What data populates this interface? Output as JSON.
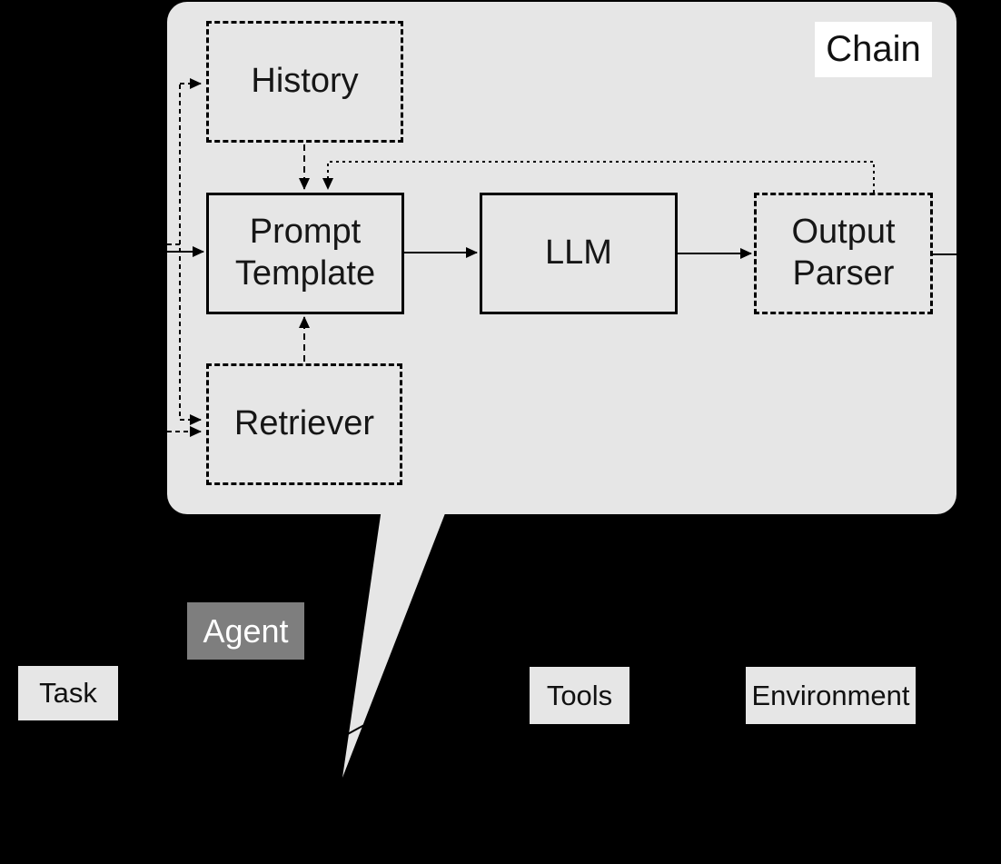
{
  "title": "Chain vs Agent diagram",
  "chain": {
    "label": "Chain",
    "nodes": {
      "history": {
        "label": "History",
        "border": "dashed"
      },
      "prompt_template": {
        "line1": "Prompt",
        "line2": "Template",
        "border": "solid"
      },
      "llm": {
        "label": "LLM",
        "border": "solid"
      },
      "output_parser": {
        "line1": "Output",
        "line2": "Parser",
        "border": "dashed"
      },
      "retriever": {
        "label": "Retriever",
        "border": "dashed"
      }
    },
    "edges": [
      {
        "from": "outside-left",
        "to": "prompt-template",
        "style": "solid-arrow"
      },
      {
        "from": "outside-left",
        "to": "history",
        "style": "dashed-arrow"
      },
      {
        "from": "outside-left",
        "to": "retriever",
        "style": "dashed-arrow"
      },
      {
        "from": "outside-left",
        "to": "retriever",
        "style": "dashed-arrow-second"
      },
      {
        "from": "history",
        "to": "prompt-template",
        "style": "dashed-arrow"
      },
      {
        "from": "retriever",
        "to": "prompt-template",
        "style": "dashed-arrow"
      },
      {
        "from": "prompt-template",
        "to": "llm",
        "style": "solid-arrow"
      },
      {
        "from": "llm",
        "to": "output-parser",
        "style": "solid-arrow"
      },
      {
        "from": "output-parser",
        "to": "prompt-template",
        "style": "dotted-feedback-arrow"
      },
      {
        "from": "output-parser",
        "to": "outside-right",
        "style": "solid-line"
      }
    ]
  },
  "agent_area": {
    "agent": "Agent",
    "task": "Task",
    "tools": "Tools",
    "environment": "Environment"
  },
  "colors": {
    "background": "#000000",
    "container": "#e6e6e6",
    "line": "#000000",
    "label_box": "#ffffff",
    "agent_box": "#7e7e7e",
    "agent_text": "#ffffff",
    "text": "#161616"
  }
}
